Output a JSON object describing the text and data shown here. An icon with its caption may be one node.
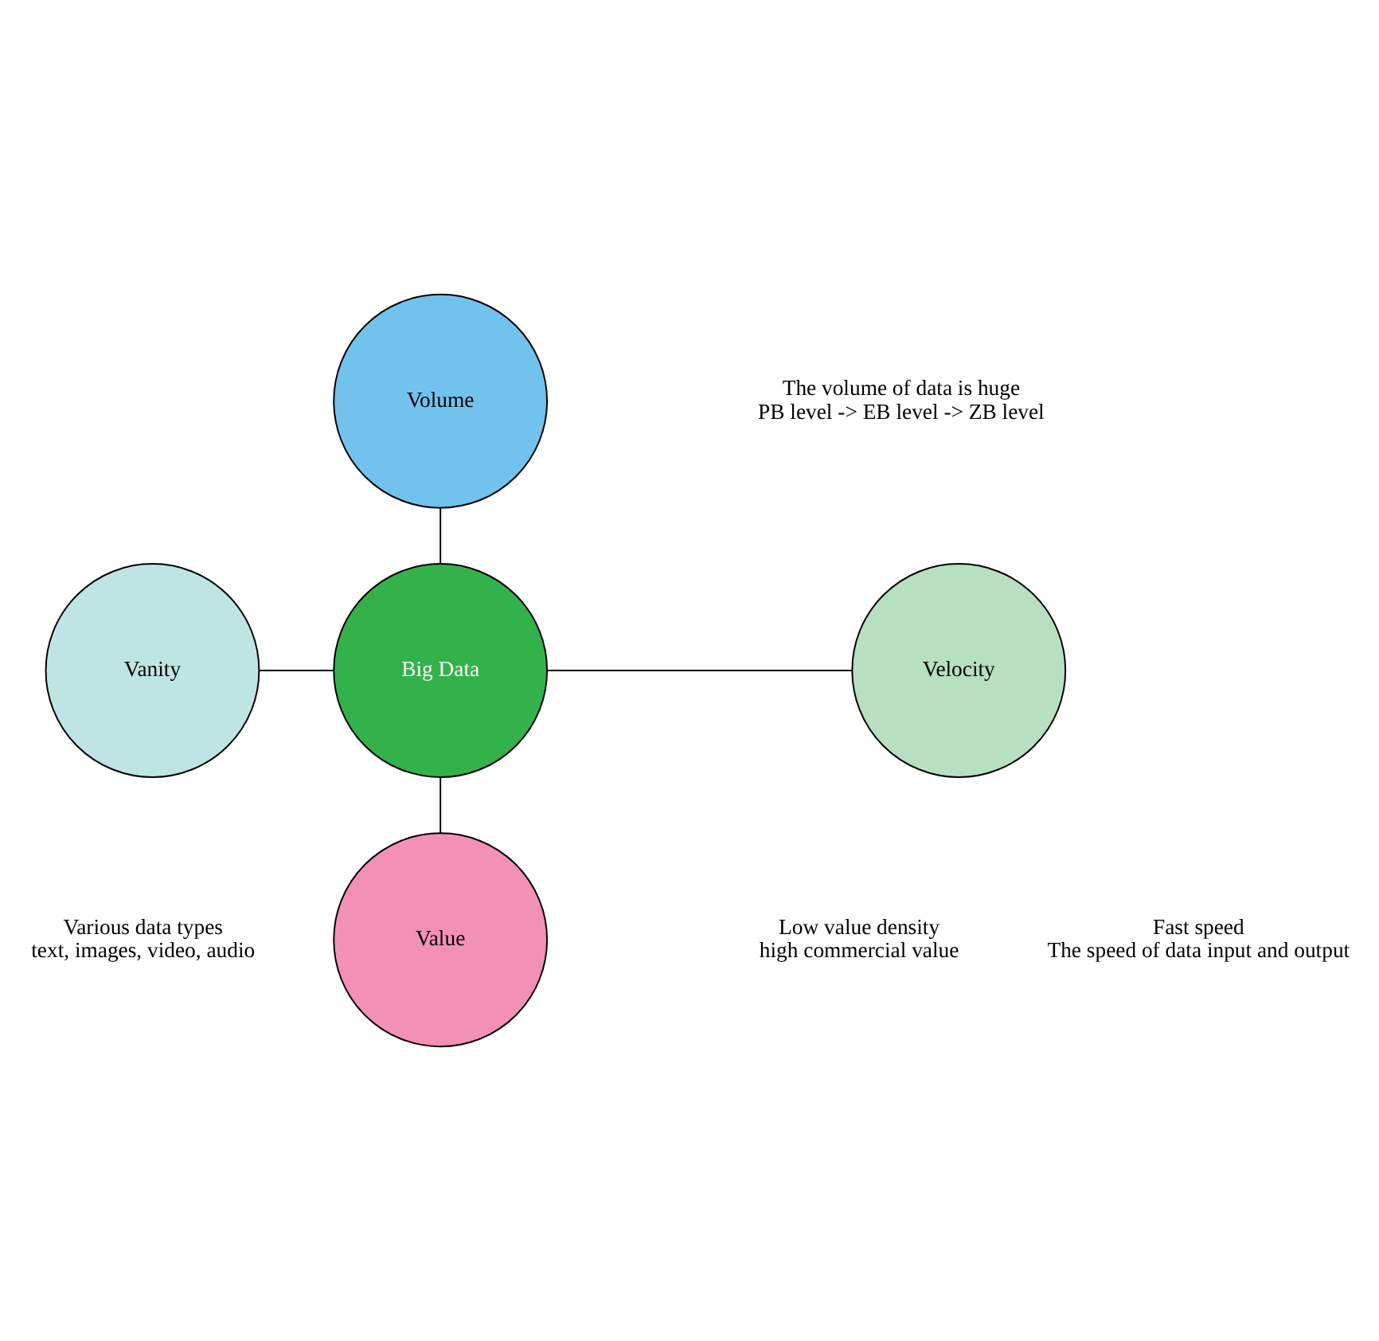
{
  "diagram": {
    "nodes": [
      {
        "text": [
          "Volume"
        ],
        "beside": [
          "The volume of data is huge",
          "PB level -> EB level -> ZB level"
        ]
      },
      {
        "text": [
          "Vanity"
        ],
        "beside": [
          "Various data types",
          "text, images, video, audio"
        ]
      },
      {
        "text": [
          "Big Data"
        ]
      },
      {
        "text": [
          "Velocity"
        ],
        "beside": [
          "Fast speed",
          "The speed of data input and output"
        ]
      },
      {
        "text": [
          "Value"
        ],
        "beside": [
          "Low value density",
          "high commercial value"
        ]
      }
    ],
    "edges": [
      {
        "from": 0,
        "to": 2,
        "arrow": "none"
      },
      {
        "from": 1,
        "to": 2,
        "arrow": "none"
      },
      {
        "from": 2,
        "to": 3,
        "arrow": "none"
      },
      {
        "from": 2,
        "to": 4,
        "arrow": "none"
      }
    ]
  }
}
